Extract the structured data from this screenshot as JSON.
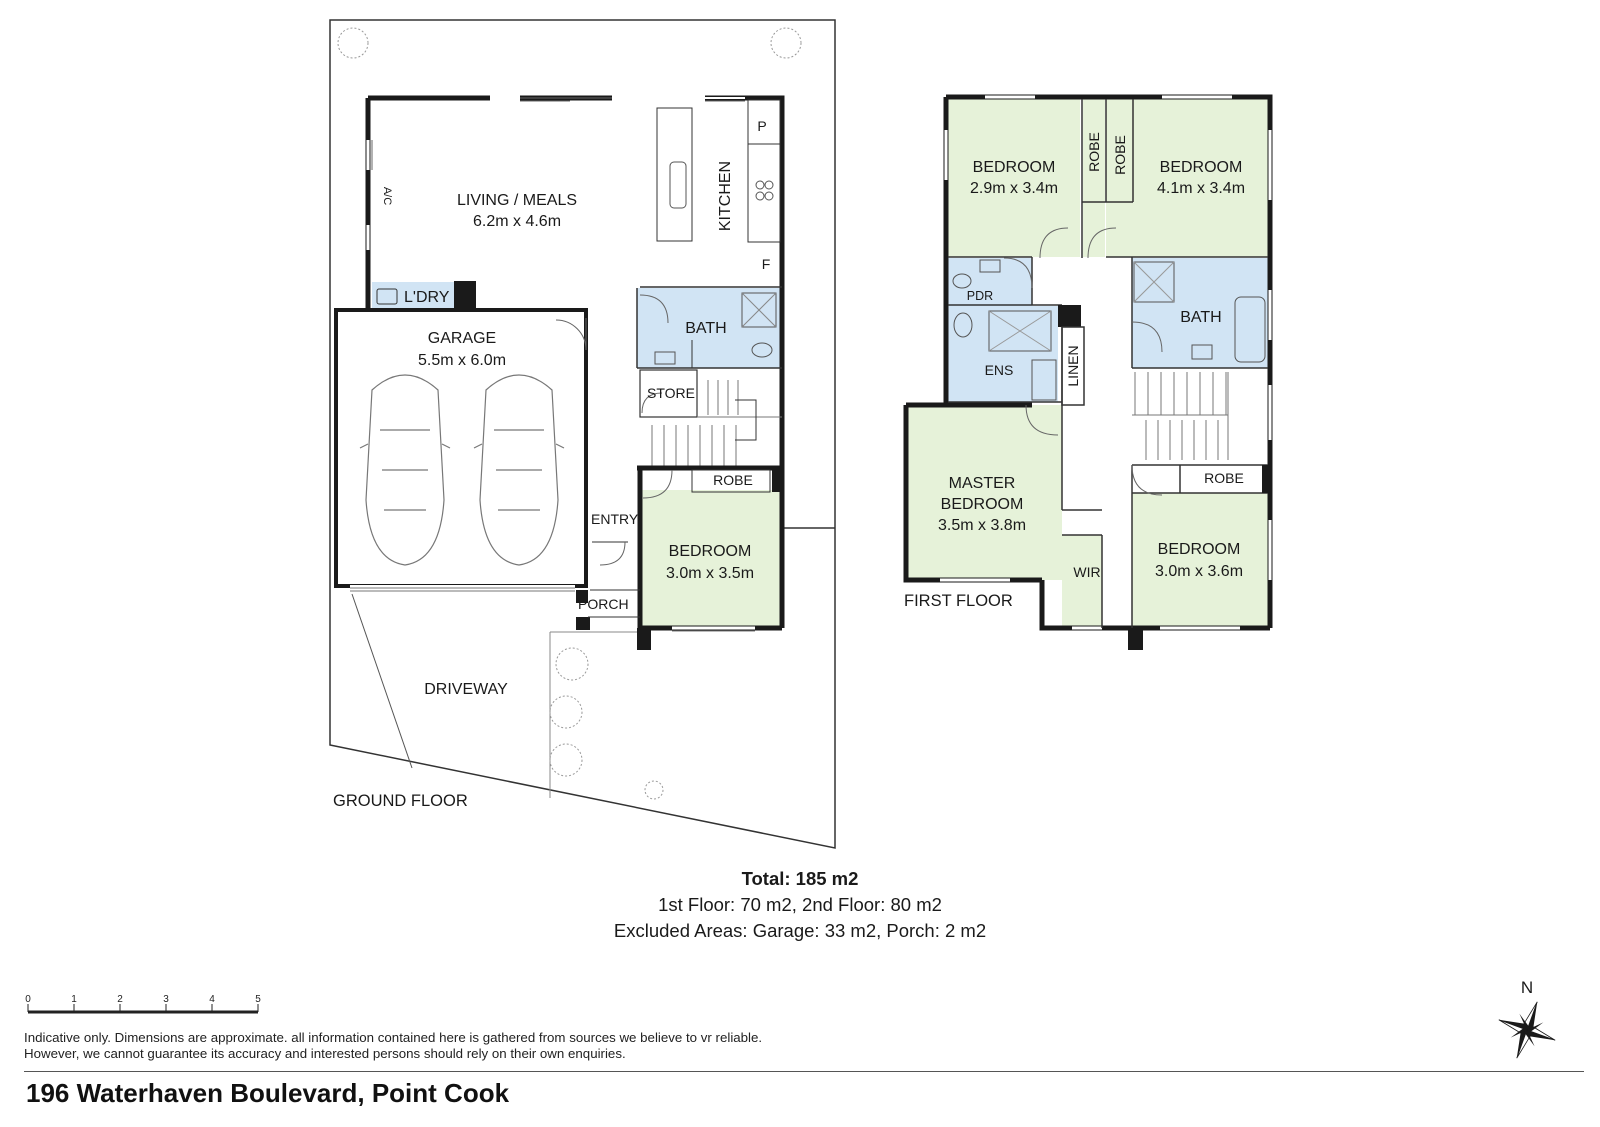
{
  "ground_floor": {
    "label": "GROUND FLOOR",
    "rooms": {
      "living": {
        "name": "LIVING / MEALS",
        "dims": "6.2m x 4.6m"
      },
      "kitchen": "KITCHEN",
      "pantry": "P",
      "fridge": "F",
      "ac": "A/C",
      "laundry": "L'DRY",
      "garage": {
        "name": "GARAGE",
        "dims": "5.5m x 6.0m"
      },
      "bath": "BATH",
      "store": "STORE",
      "robe": "ROBE",
      "bedroom": {
        "name": "BEDROOM",
        "dims": "3.0m x 3.5m"
      },
      "entry": "ENTRY",
      "porch": "PORCH",
      "driveway": "DRIVEWAY"
    }
  },
  "first_floor": {
    "label": "FIRST FLOOR",
    "rooms": {
      "bedroom_nw": {
        "name": "BEDROOM",
        "dims": "2.9m x 3.4m"
      },
      "bedroom_ne": {
        "name": "BEDROOM",
        "dims": "4.1m x 3.4m"
      },
      "robe_1": "ROBE",
      "robe_2": "ROBE",
      "pdr": "PDR",
      "ens": "ENS",
      "linen": "LINEN",
      "bath": "BATH",
      "master": {
        "line1": "MASTER",
        "line2": "BEDROOM",
        "dims": "3.5m x 3.8m"
      },
      "wir": "WIR",
      "robe_se": "ROBE",
      "bedroom_se": {
        "name": "BEDROOM",
        "dims": "3.0m x 3.6m"
      }
    }
  },
  "totals": {
    "total": "Total: 185 m2",
    "floors": "1st Floor: 70 m2, 2nd Floor: 80 m2",
    "excluded": "Excluded Areas: Garage: 33 m2, Porch: 2 m2"
  },
  "scale": {
    "ticks": [
      "0",
      "1",
      "2",
      "3",
      "4",
      "5"
    ]
  },
  "compass": {
    "north": "N"
  },
  "disclaimer": {
    "line1": "Indicative only. Dimensions are approximate. all information contained here is gathered from sources we believe to vr reliable.",
    "line2": "However, we cannot guarantee its accuracy and interested persons should rely on their own enquiries."
  },
  "address": "196 Waterhaven Boulevard, Point Cook",
  "colors": {
    "bedroom_fill": "#e6f2d9",
    "wet_fill": "#d1e4f4",
    "wall": "#1a1a1a",
    "outline": "#333333"
  }
}
